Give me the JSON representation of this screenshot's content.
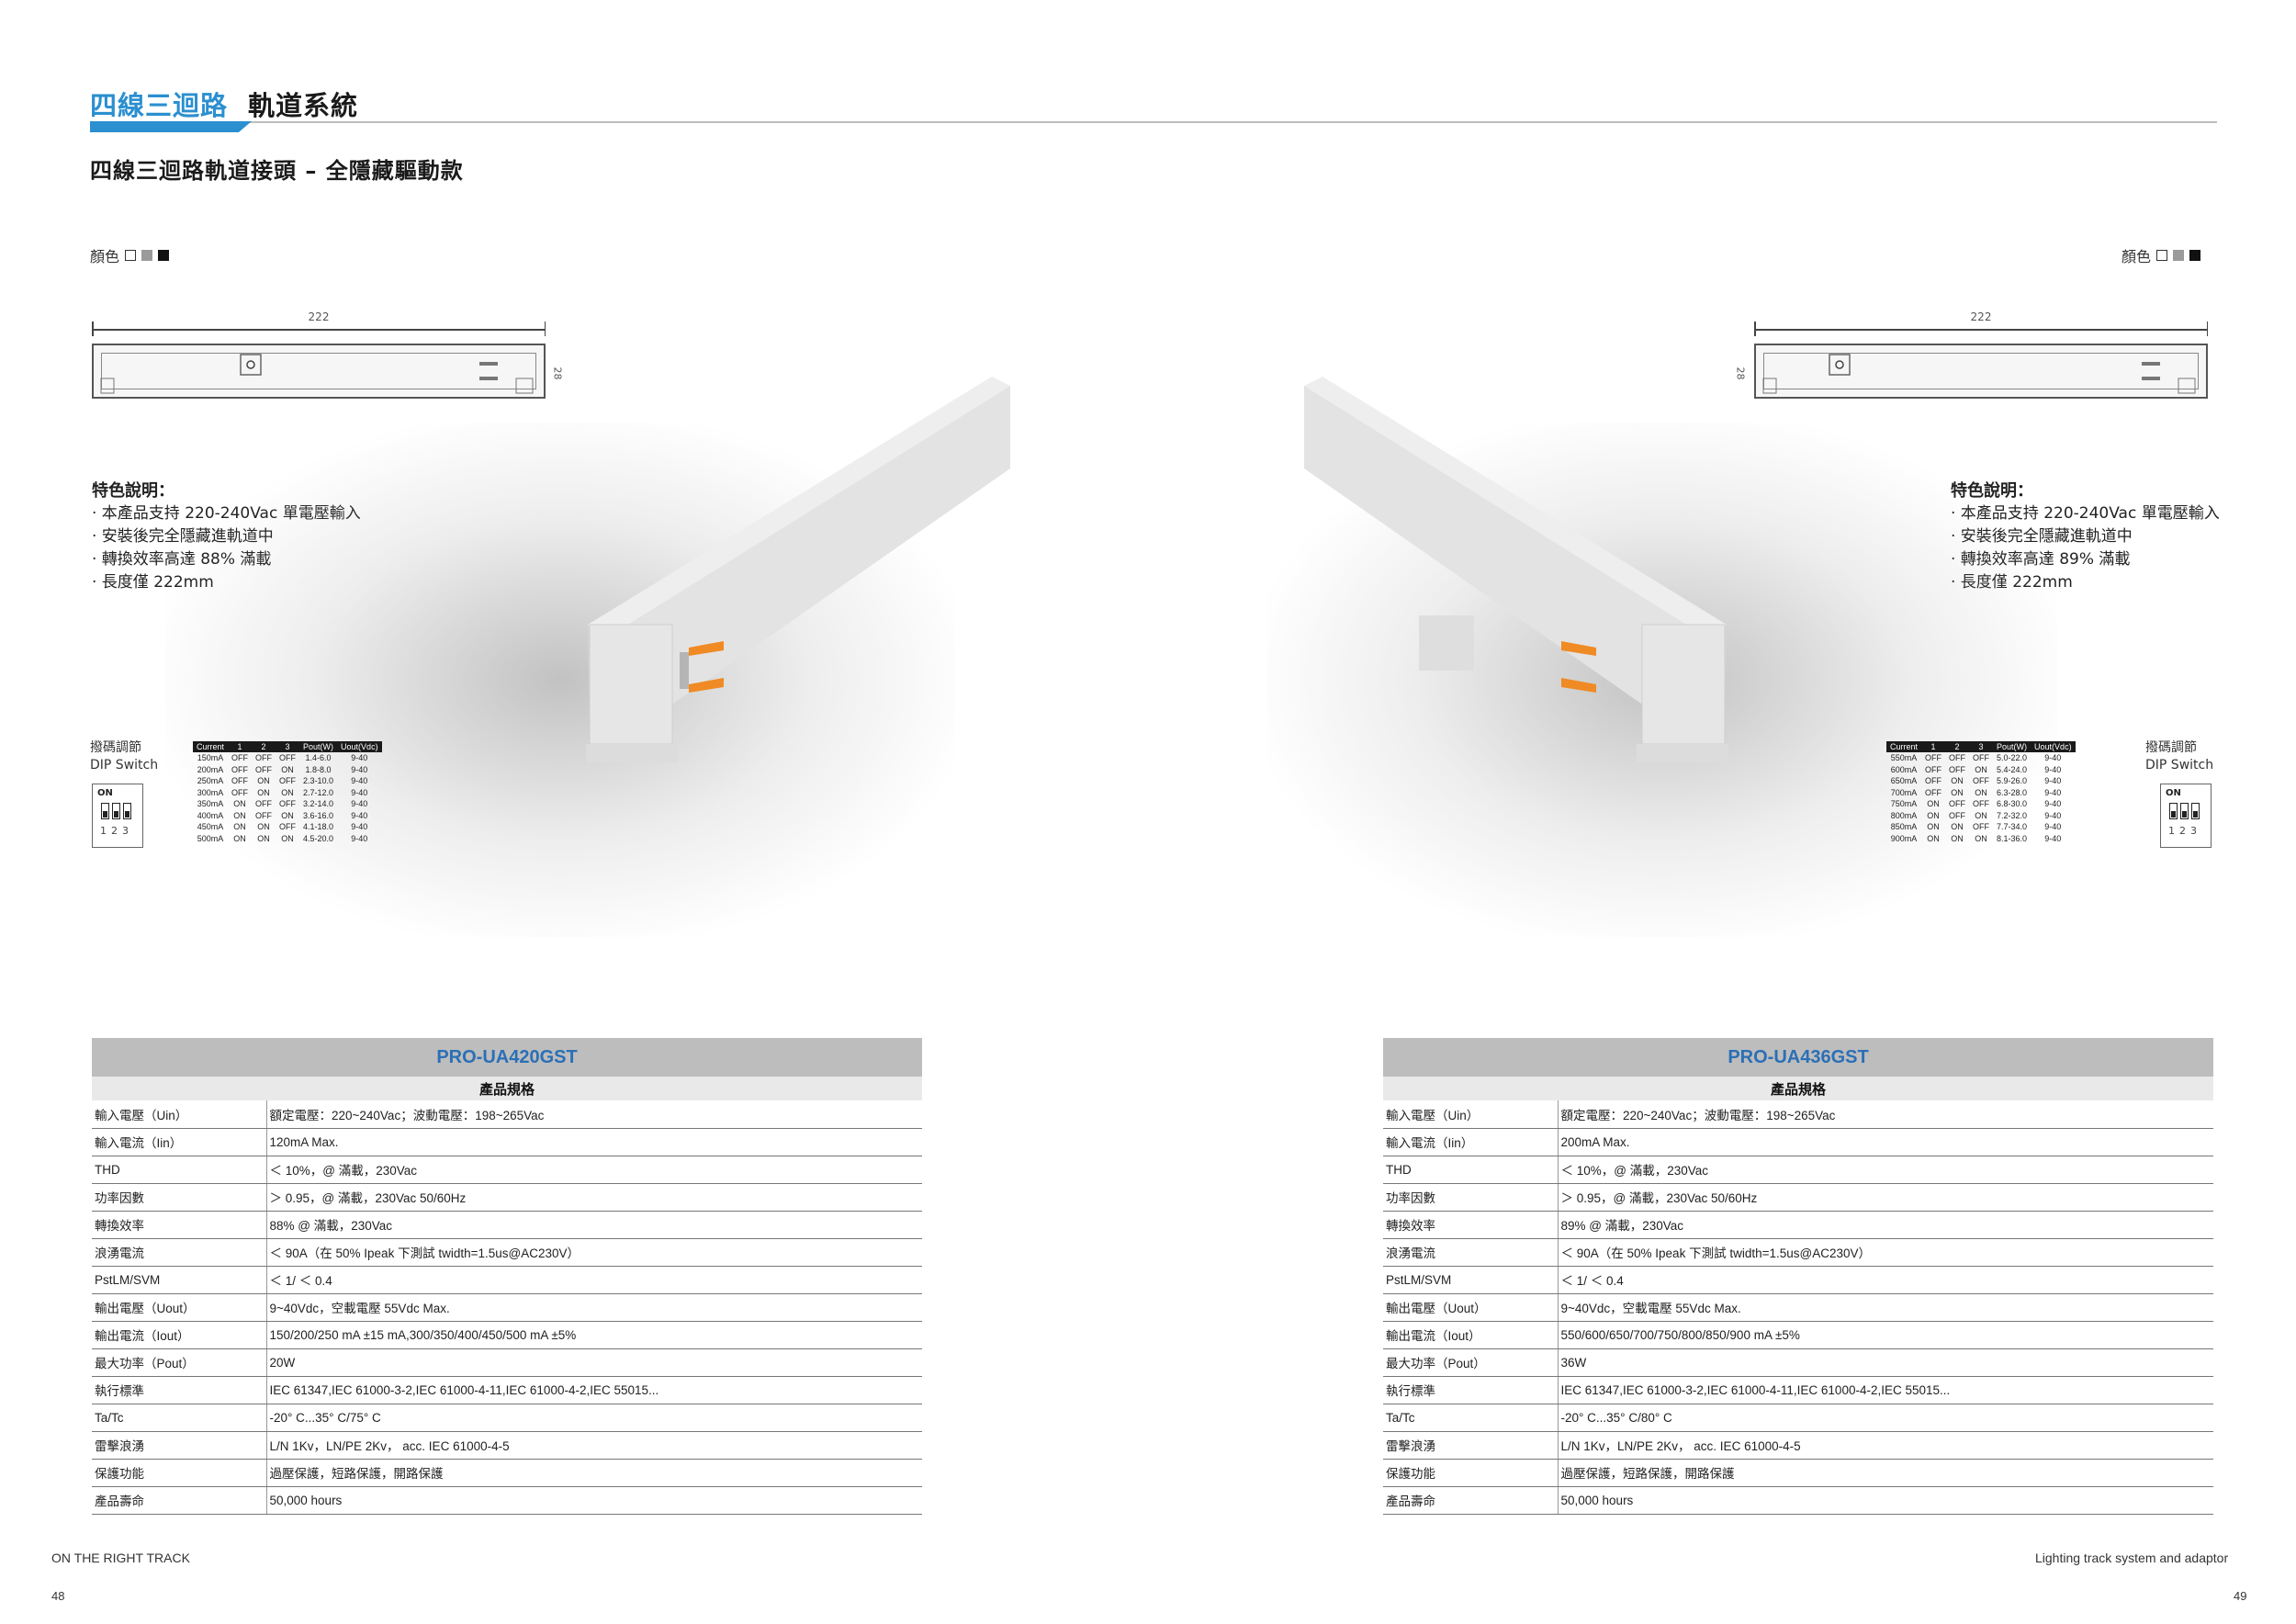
{
  "header": {
    "title_blue": "四線三迴路",
    "title_dark": "軌道系統",
    "subtitle": "四線三迴路軌道接頭 – 全隱藏驅動款"
  },
  "color_label": "顏色",
  "dimension": {
    "length": "222",
    "height": "28"
  },
  "left": {
    "features_title": "特色說明：",
    "features": [
      "· 本產品支持 220-240Vac 單電壓輸入",
      "· 安裝後完全隱藏進軌道中",
      "· 轉換效率高達 88% 滿載",
      "· 長度僅 222mm"
    ],
    "dip_label_1": "撥碼調節",
    "dip_label_2": "DIP Switch",
    "dip_on": "ON",
    "dip_nums": "123",
    "dip_headers": [
      "Current",
      "1",
      "2",
      "3",
      "Pout(W)",
      "Uout(Vdc)"
    ],
    "dip_rows": [
      [
        "150mA",
        "OFF",
        "OFF",
        "OFF",
        "1.4-6.0",
        "9-40"
      ],
      [
        "200mA",
        "OFF",
        "OFF",
        "ON",
        "1.8-8.0",
        "9-40"
      ],
      [
        "250mA",
        "OFF",
        "ON",
        "OFF",
        "2.3-10.0",
        "9-40"
      ],
      [
        "300mA",
        "OFF",
        "ON",
        "ON",
        "2.7-12.0",
        "9-40"
      ],
      [
        "350mA",
        "ON",
        "OFF",
        "OFF",
        "3.2-14.0",
        "9-40"
      ],
      [
        "400mA",
        "ON",
        "OFF",
        "ON",
        "3.6-16.0",
        "9-40"
      ],
      [
        "450mA",
        "ON",
        "ON",
        "OFF",
        "4.1-18.0",
        "9-40"
      ],
      [
        "500mA",
        "ON",
        "ON",
        "ON",
        "4.5-20.0",
        "9-40"
      ]
    ],
    "spec_model": "PRO-UA420GST",
    "spec_header": "產品規格",
    "spec_rows": [
      [
        "輸入電壓（Uin）",
        "額定電壓：220~240Vac；波動電壓：198~265Vac"
      ],
      [
        "輸入電流（Iin）",
        "120mA Max."
      ],
      [
        "THD",
        "＜ 10%，@ 滿載，230Vac"
      ],
      [
        "功率因數",
        "＞ 0.95，@ 滿載，230Vac 50/60Hz"
      ],
      [
        "轉換效率",
        "88% @ 滿載，230Vac"
      ],
      [
        "浪湧電流",
        "＜ 90A（在 50% Ipeak 下測試 twidth=1.5us@AC230V）"
      ],
      [
        "PstLM/SVM",
        "＜ 1/ ＜ 0.4"
      ],
      [
        "輸出電壓（Uout）",
        "9~40Vdc，空載電壓 55Vdc Max."
      ],
      [
        "輸出電流（Iout）",
        "150/200/250 mA ±15 mA,300/350/400/450/500 mA ±5%"
      ],
      [
        "最大功率（Pout）",
        "20W"
      ],
      [
        "執行標準",
        "IEC 61347,IEC 61000-3-2,IEC 61000-4-11,IEC 61000-4-2,IEC 55015..."
      ],
      [
        "Ta/Tc",
        "-20° C...35° C/75° C"
      ],
      [
        "雷擊浪湧",
        "L/N 1Kv，LN/PE 2Kv， acc. IEC 61000-4-5"
      ],
      [
        "保護功能",
        "過壓保護，短路保護，開路保護"
      ],
      [
        "產品壽命",
        "50,000 hours"
      ]
    ]
  },
  "right": {
    "features_title": "特色說明：",
    "features": [
      "· 本產品支持 220-240Vac 單電壓輸入",
      "· 安裝後完全隱藏進軌道中",
      "· 轉換效率高達 89% 滿載",
      "· 長度僅 222mm"
    ],
    "dip_label_1": "撥碼調節",
    "dip_label_2": "DIP Switch",
    "dip_on": "ON",
    "dip_nums": "123",
    "dip_headers": [
      "Current",
      "1",
      "2",
      "3",
      "Pout(W)",
      "Uout(Vdc)"
    ],
    "dip_rows": [
      [
        "550mA",
        "OFF",
        "OFF",
        "OFF",
        "5.0-22.0",
        "9-40"
      ],
      [
        "600mA",
        "OFF",
        "OFF",
        "ON",
        "5.4-24.0",
        "9-40"
      ],
      [
        "650mA",
        "OFF",
        "ON",
        "OFF",
        "5.9-26.0",
        "9-40"
      ],
      [
        "700mA",
        "OFF",
        "ON",
        "ON",
        "6.3-28.0",
        "9-40"
      ],
      [
        "750mA",
        "ON",
        "OFF",
        "OFF",
        "6.8-30.0",
        "9-40"
      ],
      [
        "800mA",
        "ON",
        "OFF",
        "ON",
        "7.2-32.0",
        "9-40"
      ],
      [
        "850mA",
        "ON",
        "ON",
        "OFF",
        "7.7-34.0",
        "9-40"
      ],
      [
        "900mA",
        "ON",
        "ON",
        "ON",
        "8.1-36.0",
        "9-40"
      ]
    ],
    "spec_model": "PRO-UA436GST",
    "spec_header": "產品規格",
    "spec_rows": [
      [
        "輸入電壓（Uin）",
        "額定電壓：220~240Vac；波動電壓：198~265Vac"
      ],
      [
        "輸入電流（Iin）",
        "200mA Max."
      ],
      [
        "THD",
        "＜ 10%，@ 滿載，230Vac"
      ],
      [
        "功率因數",
        "＞ 0.95，@ 滿載，230Vac 50/60Hz"
      ],
      [
        "轉換效率",
        "89% @ 滿載，230Vac"
      ],
      [
        "浪湧電流",
        "＜ 90A（在 50% Ipeak 下測試 twidth=1.5us@AC230V）"
      ],
      [
        "PstLM/SVM",
        "＜ 1/ ＜ 0.4"
      ],
      [
        "輸出電壓（Uout）",
        "9~40Vdc，空載電壓 55Vdc Max."
      ],
      [
        "輸出電流（Iout）",
        "550/600/650/700/750/800/850/900 mA ±5%"
      ],
      [
        "最大功率（Pout）",
        "36W"
      ],
      [
        "執行標準",
        "IEC 61347,IEC 61000-3-2,IEC 61000-4-11,IEC 61000-4-2,IEC 55015..."
      ],
      [
        "Ta/Tc",
        "-20° C...35° C/80° C"
      ],
      [
        "雷擊浪湧",
        "L/N 1Kv，LN/PE 2Kv， acc. IEC 61000-4-5"
      ],
      [
        "保護功能",
        "過壓保護，短路保護，開路保護"
      ],
      [
        "產品壽命",
        "50,000 hours"
      ]
    ]
  },
  "footer": {
    "left_text": "ON THE RIGHT TRACK",
    "right_text": "Lighting track system and adaptor",
    "page_left": "48",
    "page_right": "49"
  }
}
